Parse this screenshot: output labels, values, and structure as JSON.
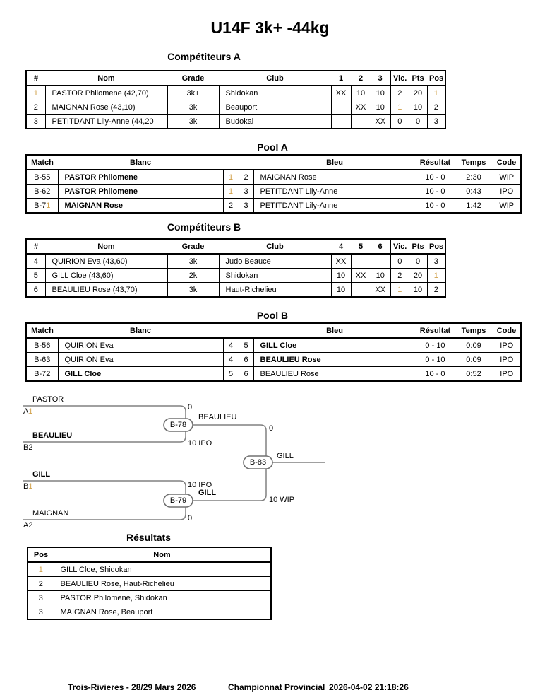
{
  "title": "U14F 3k+ -44kg",
  "colors": {
    "accent_highlight": "#d2a24c",
    "bracket_line": "#808080",
    "border": "#000000"
  },
  "competitors_a": {
    "heading": "Compétiteurs A",
    "headers": [
      "#",
      "Nom",
      "Grade",
      "Club",
      "1",
      "2",
      "3",
      "Vic.",
      "Pts",
      "Pos"
    ],
    "rows": [
      {
        "num": "1",
        "nom": "PASTOR Philomene (42,70)",
        "grade": "3k+",
        "club": "Shidokan",
        "c1": "XX",
        "c2": "10",
        "c3": "10",
        "vic": "2",
        "pts": "20",
        "pos": "1"
      },
      {
        "num": "2",
        "nom": "MAIGNAN Rose (43,10)",
        "grade": "3k",
        "club": "Beauport",
        "c1": "",
        "c2": "XX",
        "c3": "10",
        "vic": "1",
        "pts": "10",
        "pos": "2"
      },
      {
        "num": "3",
        "nom": "PETITDANT Lily-Anne (44,20",
        "grade": "3k",
        "club": "Budokai",
        "c1": "",
        "c2": "",
        "c3": "XX",
        "vic": "0",
        "pts": "0",
        "pos": "3"
      }
    ]
  },
  "pool_a": {
    "heading": "Pool A",
    "headers": [
      "Match",
      "Blanc",
      "Bleu",
      "Résultat",
      "Temps",
      "Code"
    ],
    "rows": [
      {
        "match_main": "B-55",
        "match_hl": "",
        "blanc": "PASTOR Philomene",
        "n1": "1",
        "n2": "2",
        "bleu": "MAIGNAN Rose",
        "resultat": "10 - 0",
        "temps": "2:30",
        "code": "WIP"
      },
      {
        "match_main": "B-62",
        "match_hl": "",
        "blanc": "PASTOR Philomene",
        "n1": "1",
        "n2": "3",
        "bleu": "PETITDANT Lily-Anne",
        "resultat": "10 - 0",
        "temps": "0:43",
        "code": "IPO"
      },
      {
        "match_main": "B-7",
        "match_hl": "1",
        "blanc": "MAIGNAN Rose",
        "n1": "2",
        "n2": "3",
        "bleu": "PETITDANT Lily-Anne",
        "resultat": "10 - 0",
        "temps": "1:42",
        "code": "WIP"
      }
    ]
  },
  "competitors_b": {
    "heading": "Compétiteurs B",
    "headers": [
      "#",
      "Nom",
      "Grade",
      "Club",
      "4",
      "5",
      "6",
      "Vic.",
      "Pts",
      "Pos"
    ],
    "rows": [
      {
        "num": "4",
        "nom": "QUIRION Eva (43,60)",
        "grade": "3k",
        "club": "Judo Beauce",
        "c1": "XX",
        "c2": "",
        "c3": "",
        "vic": "0",
        "pts": "0",
        "pos": "3"
      },
      {
        "num": "5",
        "nom": "GILL Cloe (43,60)",
        "grade": "2k",
        "club": "Shidokan",
        "c1": "10",
        "c2": "XX",
        "c3": "10",
        "vic": "2",
        "pts": "20",
        "pos": "1"
      },
      {
        "num": "6",
        "nom": "BEAULIEU Rose (43,70)",
        "grade": "3k",
        "club": "Haut-Richelieu",
        "c1": "10",
        "c2": "",
        "c3": "XX",
        "vic": "1",
        "pts": "10",
        "pos": "2"
      }
    ]
  },
  "pool_b": {
    "heading": "Pool B",
    "headers": [
      "Match",
      "Blanc",
      "Bleu",
      "Résultat",
      "Temps",
      "Code"
    ],
    "rows": [
      {
        "match_main": "B-56",
        "match_hl": "",
        "blanc": "QUIRION Eva",
        "n1": "4",
        "n2": "5",
        "bleu": "GILL Cloe",
        "resultat": "0 - 10",
        "temps": "0:09",
        "code": "IPO"
      },
      {
        "match_main": "B-63",
        "match_hl": "",
        "blanc": "QUIRION Eva",
        "n1": "4",
        "n2": "6",
        "bleu": "BEAULIEU Rose",
        "resultat": "0 - 10",
        "temps": "0:09",
        "code": "IPO"
      },
      {
        "match_main": "B-72",
        "match_hl": "",
        "blanc": "GILL Cloe",
        "n1": "5",
        "n2": "6",
        "bleu": "BEAULIEU Rose",
        "resultat": "10 - 0",
        "temps": "0:52",
        "code": "IPO"
      }
    ]
  },
  "bracket": {
    "seed1": {
      "name": "PASTOR",
      "code_letter": "A",
      "code_num": "1"
    },
    "seed2": {
      "name": "BEAULIEU",
      "code_letter": "B",
      "code_num": "2"
    },
    "seed3": {
      "name": "GILL",
      "code_letter": "B",
      "code_num": "1"
    },
    "seed4": {
      "name": "MAIGNAN",
      "code_letter": "A",
      "code_num": "2"
    },
    "match1": {
      "label": "B-78",
      "score_top": "0",
      "score_bottom": "10 IPO",
      "winner": "BEAULIEU"
    },
    "match2": {
      "label": "B-79",
      "score_top": "10 IPO",
      "score_bottom": "0",
      "winner": "GILL"
    },
    "final": {
      "label": "B-83",
      "score_top": "0",
      "score_bottom": "10 WIP",
      "winner": "GILL"
    }
  },
  "results": {
    "heading": "Résultats",
    "headers": [
      "Pos",
      "Nom"
    ],
    "rows": [
      {
        "pos": "1",
        "nom": "GILL Cloe, Shidokan"
      },
      {
        "pos": "2",
        "nom": "BEAULIEU Rose, Haut-Richelieu"
      },
      {
        "pos": "3",
        "nom": "PASTOR Philomene, Shidokan"
      },
      {
        "pos": "3",
        "nom": "MAIGNAN Rose, Beauport"
      }
    ]
  },
  "footer": {
    "left": "Trois-Rivieres - 28/29 Mars 2026",
    "center": "Championnat Provincial",
    "right": "2026-04-02 21:18:26"
  }
}
